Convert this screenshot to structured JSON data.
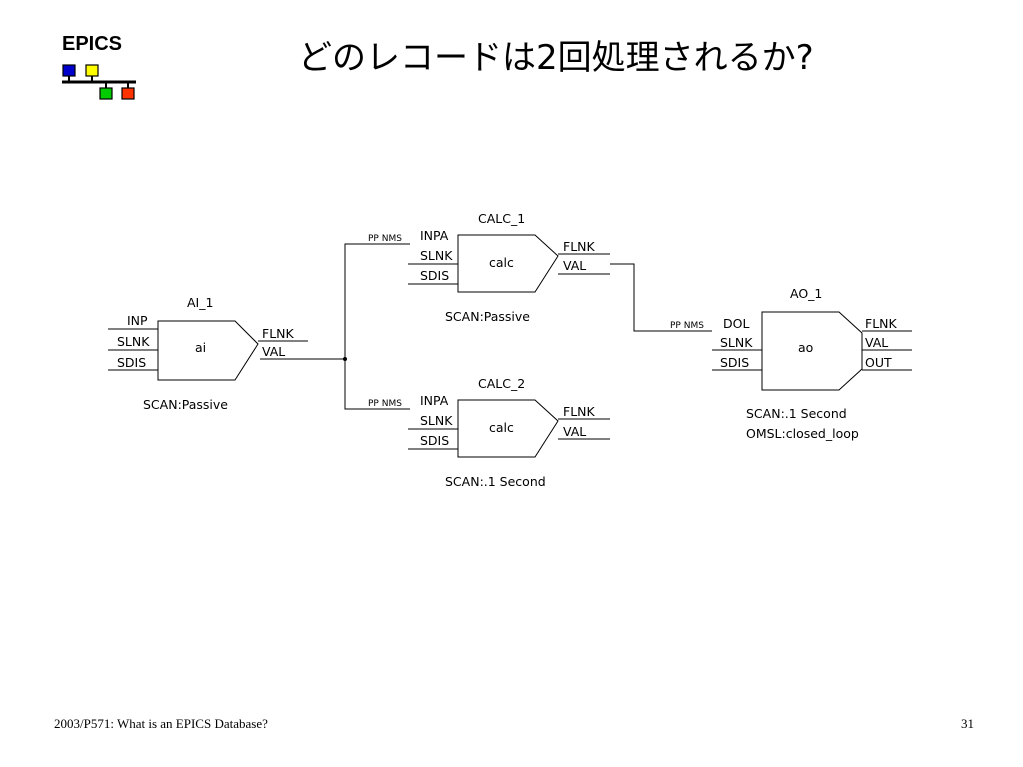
{
  "logo": {
    "text": "EPICS",
    "colors": {
      "blue": "#0000cc",
      "yellow": "#ffff00",
      "green": "#00cc00",
      "red": "#ff3300"
    }
  },
  "title": "どのレコードは2回処理されるか?",
  "diagram": {
    "ai1": {
      "name": "AI_1",
      "type": "ai",
      "inputs": [
        "INP",
        "SLNK",
        "SDIS"
      ],
      "outputs": [
        "FLNK",
        "VAL"
      ],
      "scan": "SCAN:Passive"
    },
    "calc1": {
      "name": "CALC_1",
      "type": "calc",
      "inputs": [
        "INPA",
        "SLNK",
        "SDIS"
      ],
      "outputs": [
        "FLNK",
        "VAL"
      ],
      "scan": "SCAN:Passive",
      "link_label": "PP NMS"
    },
    "calc2": {
      "name": "CALC_2",
      "type": "calc",
      "inputs": [
        "INPA",
        "SLNK",
        "SDIS"
      ],
      "outputs": [
        "FLNK",
        "VAL"
      ],
      "scan": "SCAN:.1 Second",
      "link_label": "PP NMS"
    },
    "ao1": {
      "name": "AO_1",
      "type": "ao",
      "inputs": [
        "DOL",
        "SLNK",
        "SDIS"
      ],
      "outputs": [
        "FLNK",
        "VAL",
        "OUT"
      ],
      "scan": "SCAN:.1 Second",
      "omsl": "OMSL:closed_loop",
      "link_label": "PP NMS"
    }
  },
  "footer": {
    "left": "2003/P571: What is an EPICS Database?",
    "page": "31"
  }
}
